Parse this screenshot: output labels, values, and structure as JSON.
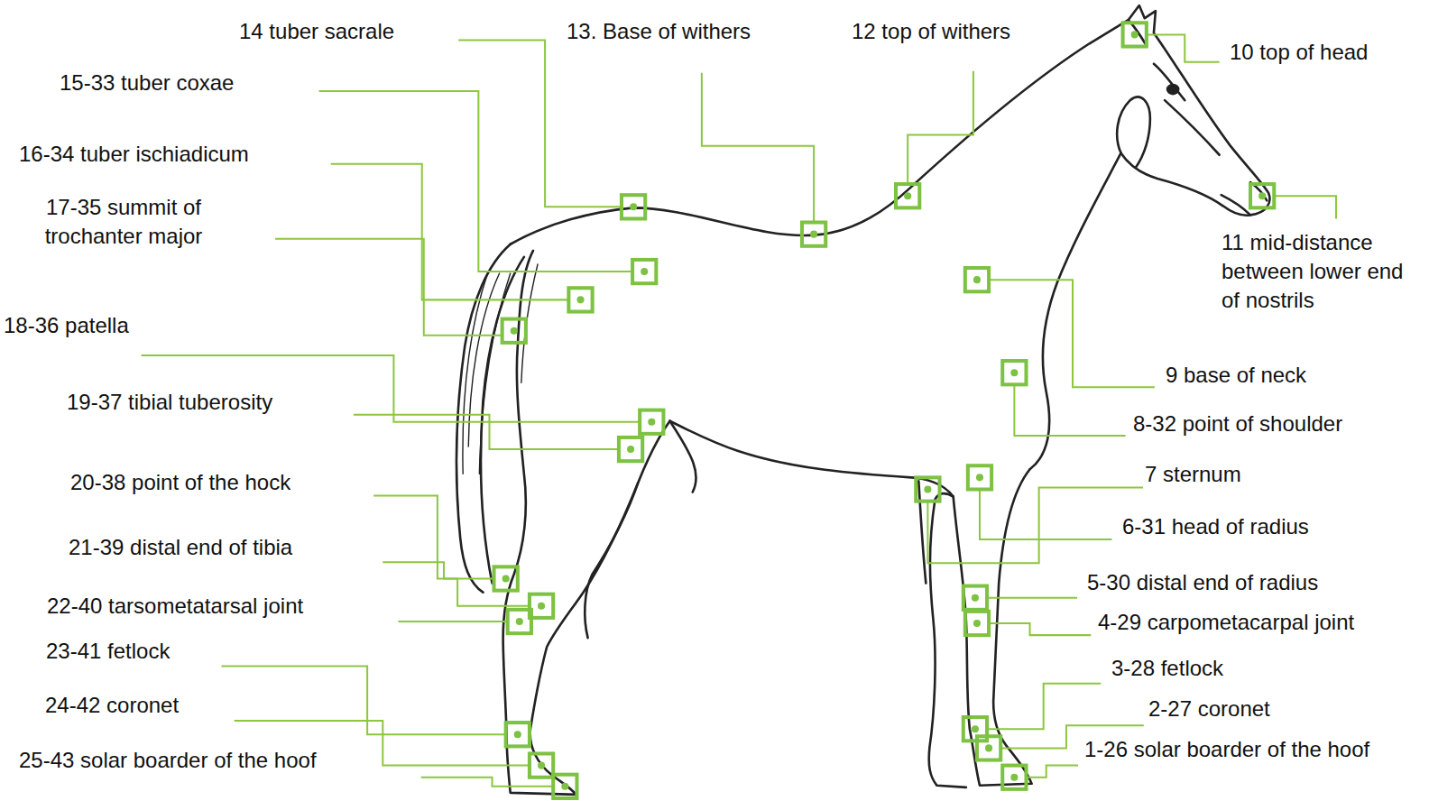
{
  "diagram": {
    "labels": [
      "14 tuber sacrale",
      "13. Base of withers",
      "12 top of withers",
      "10 top of head",
      "15-33 tuber coxae",
      "16-34 tuber ischiadicum",
      "17-35 summit of trochanter major",
      "11 mid-distance between lower end of nostrils",
      "18-36 patella",
      "9 base of neck",
      "19-37 tibial tuberosity",
      "8-32 point of shoulder",
      "20-38 point of the hock",
      "7 sternum",
      "6-31 head of radius",
      "21-39 distal end of tibia",
      "5-30 distal end of radius",
      "22-40 tarsometatarsal joint",
      "4-29 carpometacarpal joint",
      "3-28 fetlock",
      "23-41 fetlock",
      "2-27 coronet",
      "24-42 coronet",
      "25-43 solar boarder of the hoof",
      "1-26 solar boarder of the hoof"
    ]
  }
}
